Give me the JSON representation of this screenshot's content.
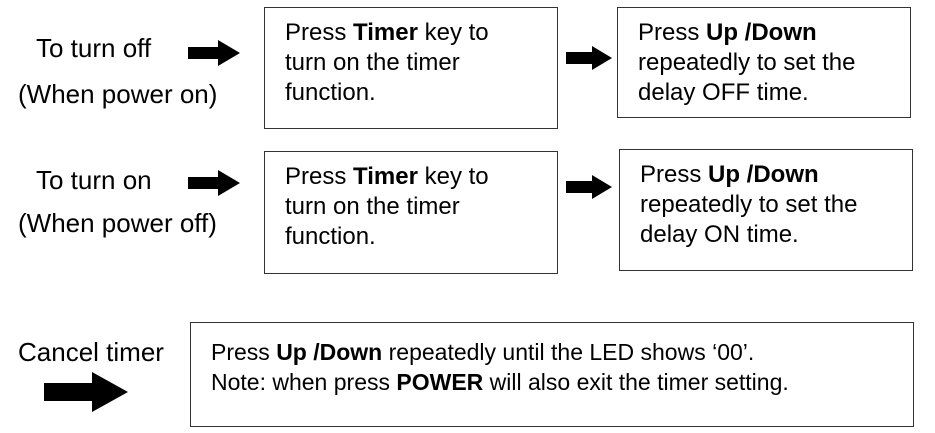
{
  "rows": [
    {
      "label_lines": [
        "To turn off",
        "(When power on)"
      ],
      "step1": {
        "pre": "Press ",
        "key": "Timer",
        "post": " key to",
        "line2": "turn on the timer",
        "line3": "function."
      },
      "step2": {
        "pre": "Press ",
        "key": "Up /Down",
        "line2": "repeatedly to set the",
        "line3": "delay OFF time."
      }
    },
    {
      "label_lines": [
        "To turn on",
        "(When power off)"
      ],
      "step1": {
        "pre": "Press ",
        "key": "Timer",
        "post": " key to",
        "line2": "turn on the timer",
        "line3": "function."
      },
      "step2": {
        "pre": "Press ",
        "key": "Up /Down",
        "line2": "repeatedly to set the",
        "line3": "delay ON time."
      }
    }
  ],
  "cancel": {
    "label": "Cancel timer",
    "line1": {
      "pre": "Press ",
      "key": "Up /Down",
      "post": " repeatedly until the LED shows ‘00’."
    },
    "line2": {
      "pre": "Note: when press ",
      "key": "POWER",
      "post": " will also exit the timer setting."
    }
  }
}
